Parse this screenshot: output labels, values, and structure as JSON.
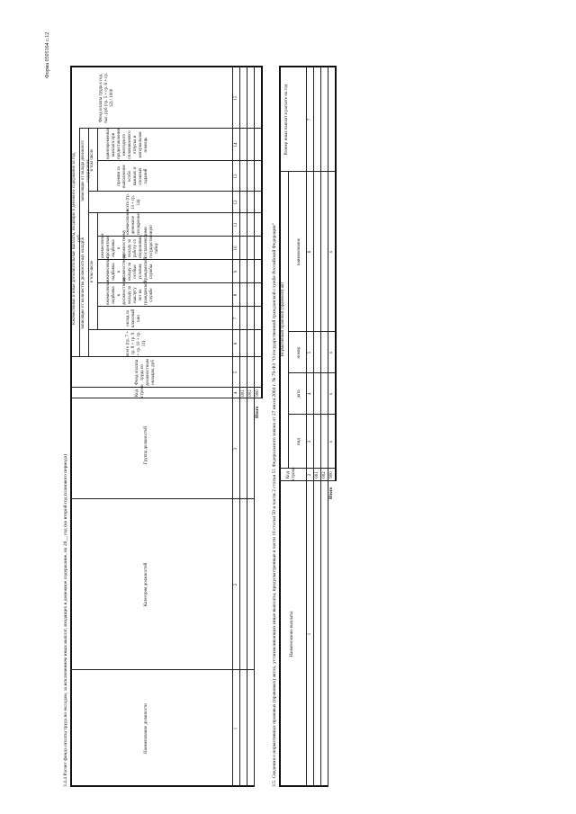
{
  "form_id": "Форма 0505164 с.12",
  "section_3_4": {
    "title": "3.4.4 Расчет фонда оплаты труда по окладам, за исключением иных выплат, входящих в денежное содержание, на 20__ год (на второй год планового периода)",
    "headers": {
      "position_name": "Наименование должности",
      "position_category": "Категория должностей",
      "position_group": "Группа должностей",
      "line_code": "Код строки",
      "salary_fund": "Фонд оплаты труда по должностным окладам, руб",
      "monthly_group": "Ежемесячные и иные дополнительные выплаты, входящие в денежное содержание за год, руб",
      "dep_salary": "зависящие от количества должностных окладов",
      "total_a": "всего",
      "total_a_formula": "(гр. 7 + гр. 8 + гр. 9 + гр. 10 + гр. 11)",
      "in_that_number": "в том числе",
      "c7": "оклад за классный чин",
      "c8": "ежемесячная надбавка к должностному окладу за выслугу лет на гражданской службе",
      "c9": "ежемесячная надбавка к должностному окладу за особые условия гражданской службы",
      "c10": "ежемесячная процентная надбавка к должностному окладу за работу со сведениями, составляющими государственную тайну",
      "c11": "ежемесячное денежное поощрение",
      "dep_content": "зависящие от оклада денежного содержания",
      "total_b": "всего",
      "total_b_formula": "(гр. 13 + гр. 14)",
      "in_that_number_b": "в том числе",
      "c13": "премии за выполнение особо важных и сложных заданий",
      "c14": "единовременная выплата при предоставлении ежегодного оплачиваемого отпуска и материальная помощь",
      "fund_total": "Фонд оплаты труда в год, тыс. руб",
      "fund_total_formula": "(гр. 5 + гр. 6 + гр. 12) / 1000"
    },
    "column_numbers": [
      "1",
      "2",
      "3",
      "4",
      "5",
      "6",
      "7",
      "8",
      "9",
      "10",
      "11",
      "12",
      "13",
      "14",
      "15"
    ],
    "rows": [
      {
        "code": "001"
      },
      {
        "code": "002"
      },
      {
        "code": "900",
        "label": "Итого"
      }
    ]
  },
  "section_3_5": {
    "title": "3.5. Сведения о нормативных правовых (правовых) актах, устанавливающих иные выплаты, предусмотренные в части 10 статьи 50 и части 2 статьи 51 Федерального закона от 27 июля 2004 г. № 79-ФЗ \"О государственной гражданской службе Российской Федерации\"",
    "headers": {
      "payment_name": "Наименование выплаты",
      "line_code": "Код строки",
      "act": "Нормативный правовой (правовой) акт",
      "type": "вид",
      "date": "дата",
      "number": "номер",
      "name": "наименование",
      "amount": "Размер иных выплат в расчете на год"
    },
    "column_numbers": [
      "1",
      "2",
      "3",
      "4",
      "5",
      "6",
      "7"
    ],
    "rows": [
      {
        "code": "001"
      },
      {
        "code": "002"
      },
      {
        "code": "900",
        "label": "Итого",
        "marks": [
          "x",
          "x",
          "x",
          "x"
        ]
      }
    ]
  }
}
